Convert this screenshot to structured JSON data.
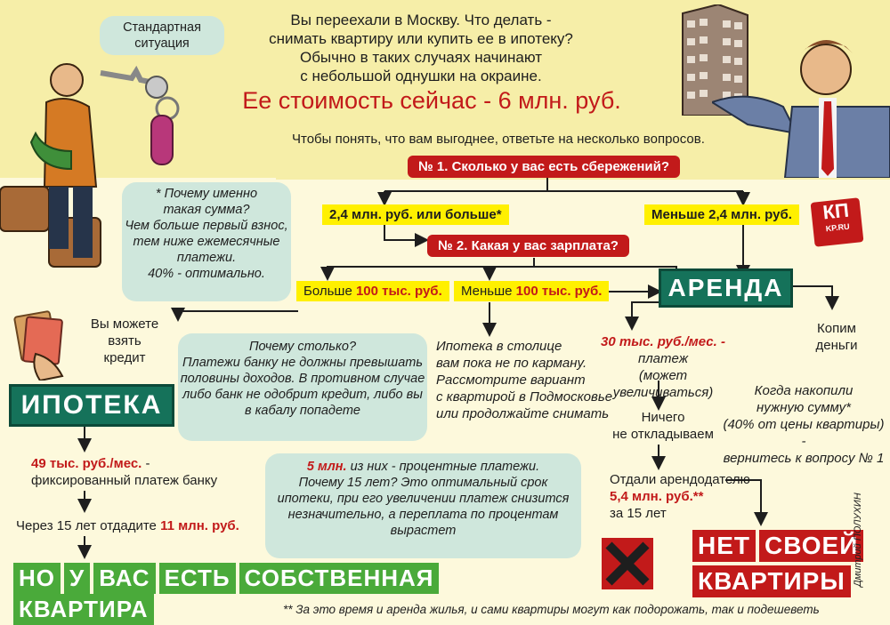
{
  "header": {
    "standard_situation": "Стандартная ситуация",
    "intro_lines": [
      "Вы переехали в Москву. Что делать -",
      "снимать квартиру или купить ее в ипотеку?",
      "Обычно в таких случаях начинают",
      "с небольшой однушки на окраине."
    ],
    "price_line": "Ее стоимость сейчас - 6 млн. руб.",
    "prompt": "Чтобы понять, что вам выгоднее, ответьте на несколько вопросов."
  },
  "logo": {
    "top": "КП",
    "bottom": "KP.RU"
  },
  "questions": {
    "q1": "№ 1. Сколько у вас есть сбережений?",
    "q2": "№ 2. Какая у вас зарплата?"
  },
  "answers": {
    "q1_yes": "2,4 млн. руб. или больше*",
    "q1_no": "Меньше 2,4 млн. руб.",
    "q2_yes_prefix": "Больше ",
    "q2_yes_value": "100 тыс. руб.",
    "q2_no_prefix": "Меньше ",
    "q2_no_value": "100 тыс. руб."
  },
  "notes": {
    "why_sum": [
      "* Почему именно",
      "такая сумма?",
      "Чем больше первый взнос,",
      "тем ниже ежемесячные",
      "платежи.",
      "40% - оптимально."
    ],
    "why_so_much": [
      "Почему столько?",
      "Платежи банку не должны превышать",
      "половины доходов. В противном случае",
      "либо банк не одобрит кредит, либо вы",
      "в кабалу попадете"
    ],
    "interest": [
      "из них - процентные платежи.",
      "Почему 15 лет? Это оптимальный срок",
      "ипотеки, при его увеличении платеж снизится",
      "незначительно, а переплата по процентам",
      "вырастет"
    ],
    "interest_value": "5 млн."
  },
  "mortgage": {
    "can_take": [
      "Вы можете",
      "взять",
      "кредит"
    ],
    "label": "ИПОТЕКА",
    "monthly_value": "49 тыс. руб./мес.",
    "monthly_suffix": " -",
    "monthly_desc": "фиксированный платеж банку",
    "total_prefix": "Через 15 лет отдадите ",
    "total_value": "11 млн. руб.",
    "result_words": [
      "НО",
      "У",
      "ВАС",
      "ЕСТЬ",
      "СОБСТВЕННАЯ",
      "КВАРТИРА"
    ]
  },
  "not_affordable": [
    "Ипотека в столице",
    "вам пока не по карману.",
    "Рассмотрите вариант",
    "с квартирой в Подмосковье",
    "или продолжайте снимать"
  ],
  "rent": {
    "label": "АРЕНДА",
    "rent_value": "30 тыс. руб./мес. -",
    "rent_desc": [
      "платеж",
      "(может увеличиваться)"
    ],
    "no_savings": [
      "Ничего",
      "не откладываем"
    ],
    "paid_prefix": "Отдали арендодателю",
    "paid_value": "5,4 млн. руб.**",
    "paid_suffix": "за 15 лет",
    "save": [
      "Копим",
      "деньги"
    ],
    "return": [
      "Когда накопили",
      "нужную сумму*",
      "(40% от цены квартиры) -",
      "вернитесь к вопросу № 1"
    ],
    "result_words_1": [
      "НЕТ",
      "СВОЕЙ"
    ],
    "result_words_2": [
      "КВАРТИРЫ"
    ]
  },
  "footnote": "** За это время и аренда жилья, и сами квартиры могут как подорожать, так и подешеветь",
  "credit": "Дмитрий ПОЛУХИН",
  "colors": {
    "red": "#c21a1a",
    "yellow": "#fff000",
    "green": "#4aaa3a",
    "teal": "#15725a",
    "bubble": "#cfe7dc",
    "background": "#fdf9dc"
  }
}
